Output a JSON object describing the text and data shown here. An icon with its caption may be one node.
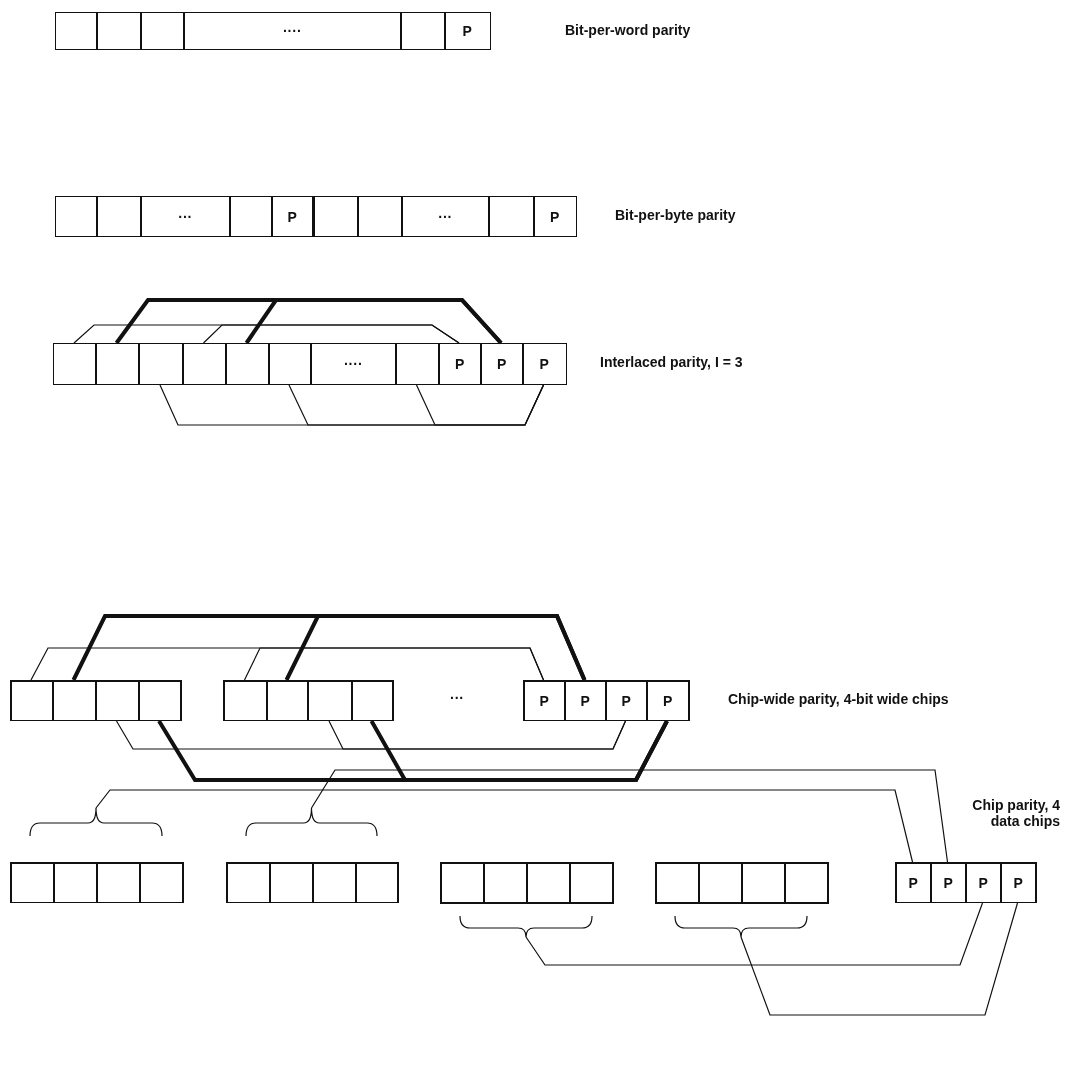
{
  "diagram": {
    "nodes": [
      {
        "text": [],
        "shape": "box"
      },
      {
        "text": [],
        "shape": "box"
      },
      {
        "text": [],
        "shape": "box"
      },
      {
        "text": [
          "····"
        ]
      },
      {
        "text": [],
        "shape": "box"
      },
      {
        "text": [
          "P"
        ]
      },
      {
        "text": [],
        "shape": "box"
      },
      {
        "text": [],
        "shape": "box"
      },
      {
        "text": [
          "···"
        ]
      },
      {
        "text": [],
        "shape": "box"
      },
      {
        "text": [
          "P"
        ]
      },
      {
        "text": [],
        "shape": "box"
      },
      {
        "text": [],
        "shape": "box"
      },
      {
        "text": [
          "···"
        ]
      },
      {
        "text": [],
        "shape": "box"
      },
      {
        "text": [
          "P"
        ]
      },
      {
        "text": [],
        "shape": "box"
      },
      {
        "text": [],
        "shape": "box"
      },
      {
        "text": [],
        "shape": "box"
      },
      {
        "text": [],
        "shape": "box"
      },
      {
        "text": [],
        "shape": "box"
      },
      {
        "text": [],
        "shape": "box"
      },
      {
        "text": [
          "····"
        ]
      },
      {
        "text": [],
        "shape": "box"
      },
      {
        "text": [
          "P"
        ]
      },
      {
        "text": [
          "P"
        ]
      },
      {
        "text": [
          "P"
        ]
      },
      {
        "text": [],
        "shape": "box"
      },
      {
        "text": [],
        "shape": "box",
        "in": 27
      },
      {
        "text": [],
        "shape": "box",
        "in": 27
      },
      {
        "text": [],
        "shape": "box",
        "in": 27
      },
      {
        "text": [],
        "shape": "box",
        "in": 27
      },
      {
        "text": [],
        "shape": "box"
      },
      {
        "text": [],
        "shape": "box",
        "in": 32
      },
      {
        "text": [],
        "shape": "box",
        "in": 32
      },
      {
        "text": [],
        "shape": "box",
        "in": 32
      },
      {
        "text": [],
        "shape": "box",
        "in": 32
      },
      {
        "text": [],
        "shape": "box"
      },
      {
        "text": [
          "P"
        ],
        "in": 37
      },
      {
        "text": [
          "P"
        ],
        "in": 37
      },
      {
        "text": [
          "P"
        ],
        "in": 37
      },
      {
        "text": [
          "P"
        ],
        "in": 37
      },
      {
        "text": [],
        "shape": "box"
      },
      {
        "text": [],
        "shape": "box",
        "in": 42
      },
      {
        "text": [],
        "shape": "box",
        "in": 42
      },
      {
        "text": [],
        "shape": "box",
        "in": 42
      },
      {
        "text": [],
        "shape": "box",
        "in": 42
      },
      {
        "text": [],
        "shape": "box"
      },
      {
        "text": [],
        "shape": "box",
        "in": 47
      },
      {
        "text": [],
        "shape": "box",
        "in": 47
      },
      {
        "text": [],
        "shape": "box",
        "in": 47
      },
      {
        "text": [],
        "shape": "box",
        "in": 47
      },
      {
        "text": [],
        "shape": "box"
      },
      {
        "text": [],
        "shape": "box",
        "in": 52
      },
      {
        "text": [],
        "shape": "box",
        "in": 52
      },
      {
        "text": [],
        "shape": "box",
        "in": 52
      },
      {
        "text": [],
        "shape": "box",
        "in": 52
      },
      {
        "text": [],
        "shape": "box"
      },
      {
        "text": [],
        "shape": "box",
        "in": 57
      },
      {
        "text": [],
        "shape": "box",
        "in": 57
      },
      {
        "text": [],
        "shape": "box",
        "in": 57
      },
      {
        "text": [],
        "shape": "box",
        "in": 57
      },
      {
        "text": [],
        "shape": "box"
      },
      {
        "text": [
          "P"
        ],
        "in": 62
      },
      {
        "text": [
          "P"
        ],
        "in": 62
      },
      {
        "text": [
          "P"
        ],
        "in": 62
      },
      {
        "text": [
          "P"
        ],
        "in": 62
      }
    ],
    "edges": [
      {
        "from": 16,
        "to": 24,
        "arrow": "none"
      },
      {
        "from": 19,
        "to": 24,
        "arrow": "none"
      },
      {
        "from": 17,
        "to": 25,
        "arrow": "none",
        "style": "thick"
      },
      {
        "from": 20,
        "to": 25,
        "arrow": "none",
        "style": "thick"
      },
      {
        "from": 18,
        "to": 26,
        "arrow": "none"
      },
      {
        "from": 21,
        "to": 26,
        "arrow": "none"
      },
      {
        "from": 23,
        "to": 26,
        "arrow": "none"
      },
      {
        "from": 28,
        "to": 38,
        "arrow": "none"
      },
      {
        "from": 33,
        "to": 38,
        "arrow": "none"
      },
      {
        "from": 29,
        "to": 39,
        "arrow": "none",
        "style": "thick"
      },
      {
        "from": 34,
        "to": 39,
        "arrow": "none",
        "style": "thick"
      },
      {
        "from": 30,
        "to": 40,
        "arrow": "none"
      },
      {
        "from": 35,
        "to": 40,
        "arrow": "none"
      },
      {
        "from": 31,
        "to": 41,
        "arrow": "none",
        "style": "thick"
      },
      {
        "from": 36,
        "to": 41,
        "arrow": "none",
        "style": "thick"
      },
      {
        "from": 42,
        "to": 63,
        "arrow": "none"
      },
      {
        "from": 47,
        "to": 64,
        "arrow": "none"
      },
      {
        "from": 52,
        "to": 65,
        "arrow": "none"
      },
      {
        "from": 57,
        "to": 66,
        "arrow": "none"
      }
    ],
    "labels": [
      "Bit-per-word parity",
      "Bit-per-byte parity",
      "Interlaced parity, I = 3",
      "···",
      "Chip-wide parity, 4-bit wide chips",
      "Chip parity, 4 data chips"
    ]
  }
}
